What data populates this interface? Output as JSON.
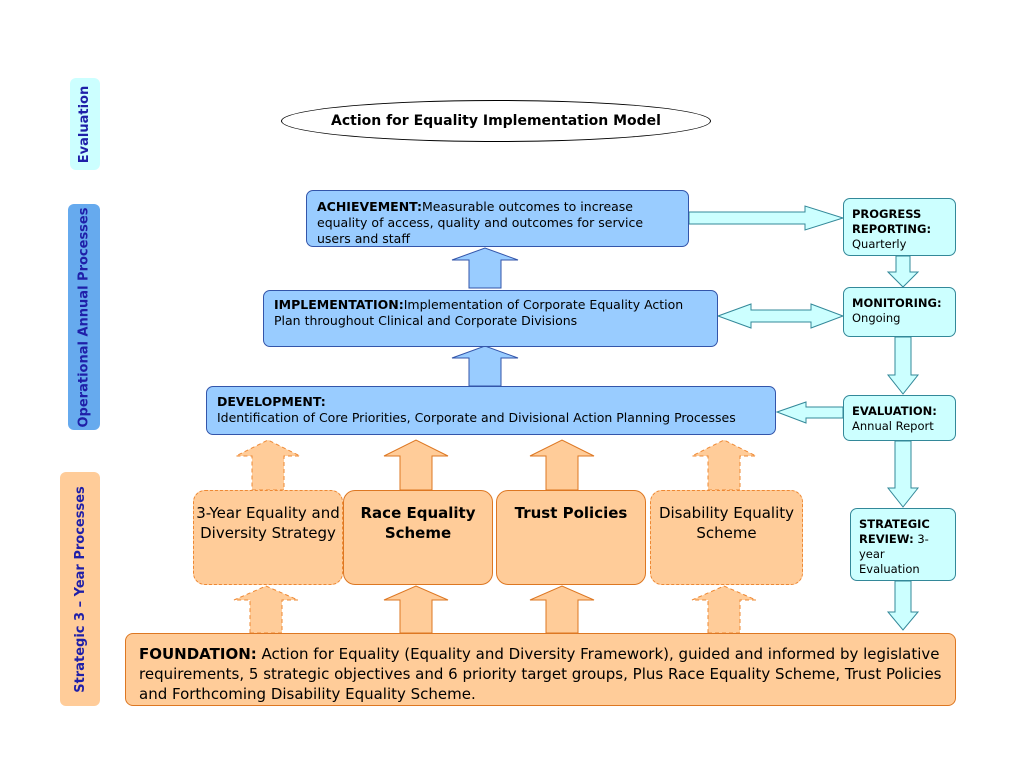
{
  "side_labels": {
    "evaluation": "Evaluation",
    "operational": "Operational Annual Processes",
    "strategic": "Strategic 3 – Year Processes"
  },
  "title": "Action for Equality Implementation Model",
  "achievement": {
    "heading": "ACHIEVEMENT:",
    "text": "Measurable outcomes to increase equality of access, quality and outcomes for service users and staff"
  },
  "implementation": {
    "heading": "IMPLEMENTATION:",
    "text": "Implementation of Corporate Equality Action Plan throughout Clinical and Corporate Divisions"
  },
  "development": {
    "heading": "DEVELOPMENT:",
    "text": "Identification of Core Priorities, Corporate and Divisional Action Planning Processes"
  },
  "progress_reporting": {
    "heading": "PROGRESS REPORTING:",
    "text": "Quarterly"
  },
  "monitoring": {
    "heading": "MONITORING:",
    "text": "Ongoing"
  },
  "evaluation_box": {
    "heading": "EVALUATION:",
    "text": "Annual Report"
  },
  "strategic_review": {
    "heading": "STRATEGIC REVIEW:",
    "text": "3-year Evaluation"
  },
  "strategies": [
    {
      "label": "3-Year Equality and Diversity Strategy"
    },
    {
      "label": "Race Equality Scheme"
    },
    {
      "label": "Trust Policies"
    },
    {
      "label": "Disability Equality Scheme"
    }
  ],
  "foundation": {
    "heading": "FOUNDATION:",
    "text": "Action for Equality (Equality and Diversity Framework), guided and informed by legislative requirements, 5 strategic objectives and 6 priority target groups, Plus Race Equality Scheme, Trust Policies and Forthcoming Disability Equality Scheme."
  },
  "colors": {
    "blue_box": "#99ccff",
    "cyan_box": "#ccffff",
    "orange_box": "#ffcc99",
    "side_label_text": "#1f1fa8"
  }
}
